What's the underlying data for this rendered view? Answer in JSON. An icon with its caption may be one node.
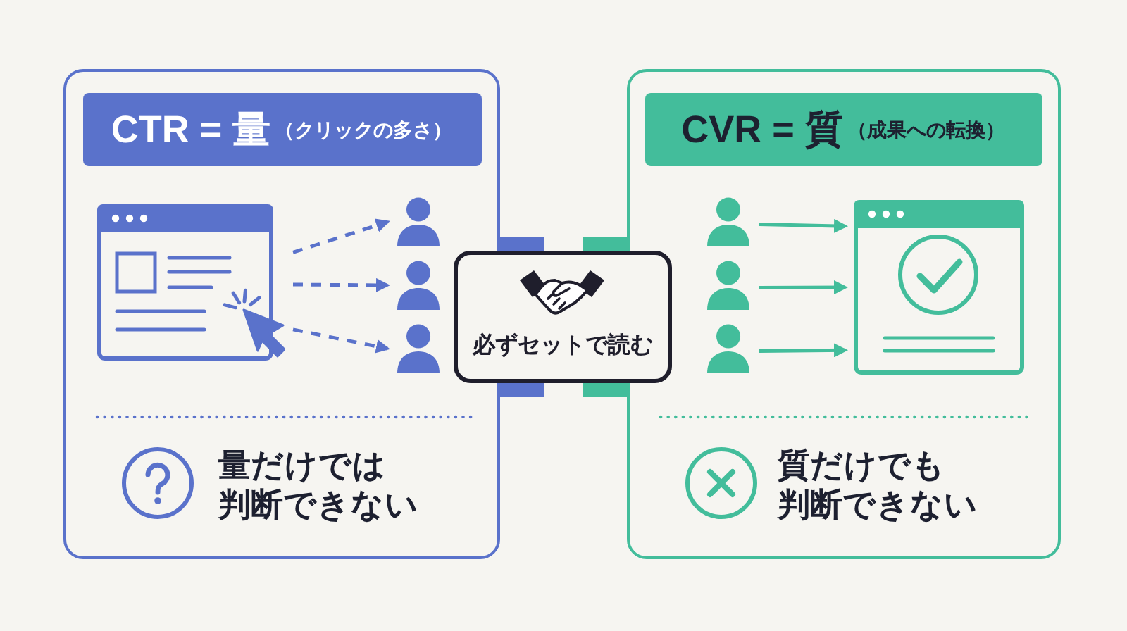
{
  "diagram": {
    "nodes": [
      {
        "text": [
          "量だけでは判断できない"
        ]
      },
      {
        "text": [
          "CTR = 量",
          "（クリックの多さ）"
        ],
        "in": 0
      },
      {
        "text": [],
        "shape": "picture",
        "in": 0
      },
      {
        "text": [],
        "shape": "person",
        "in": 0
      },
      {
        "text": [],
        "shape": "person",
        "in": 0
      },
      {
        "text": [],
        "shape": "person",
        "in": 0
      },
      {
        "text": [
          "必ずセットで読む"
        ]
      },
      {
        "text": [
          "質だけでも判断できない"
        ]
      },
      {
        "text": [
          "CVR = 質",
          "（成果への転換）"
        ],
        "in": 7
      },
      {
        "text": [],
        "shape": "person",
        "in": 7
      },
      {
        "text": [],
        "shape": "person",
        "in": 7
      },
      {
        "text": [],
        "shape": "person",
        "in": 7
      },
      {
        "text": [],
        "shape": "picture",
        "in": 7
      }
    ],
    "edges": [
      {
        "from": 2,
        "to": 3,
        "arrow": "to",
        "style": "dashed",
        "color": "#5a72cb"
      },
      {
        "from": 2,
        "to": 4,
        "arrow": "to",
        "style": "dashed",
        "color": "#5a72cb"
      },
      {
        "from": 2,
        "to": 5,
        "arrow": "to",
        "style": "dashed",
        "color": "#5a72cb"
      },
      {
        "from": 0,
        "to": 6,
        "arrow": "none",
        "style": "thick",
        "color": "#5a72cb"
      },
      {
        "from": 0,
        "to": 6,
        "arrow": "none",
        "style": "thick",
        "color": "#5a72cb"
      },
      {
        "from": 6,
        "to": 7,
        "arrow": "none",
        "style": "thick",
        "color": "#43bd9b"
      },
      {
        "from": 6,
        "to": 7,
        "arrow": "none",
        "style": "thick",
        "color": "#43bd9b"
      },
      {
        "from": 9,
        "to": 12,
        "arrow": "to",
        "color": "#43bd9b"
      },
      {
        "from": 10,
        "to": 12,
        "arrow": "to",
        "color": "#43bd9b"
      },
      {
        "from": 11,
        "to": 12,
        "arrow": "to",
        "color": "#43bd9b"
      }
    ]
  }
}
